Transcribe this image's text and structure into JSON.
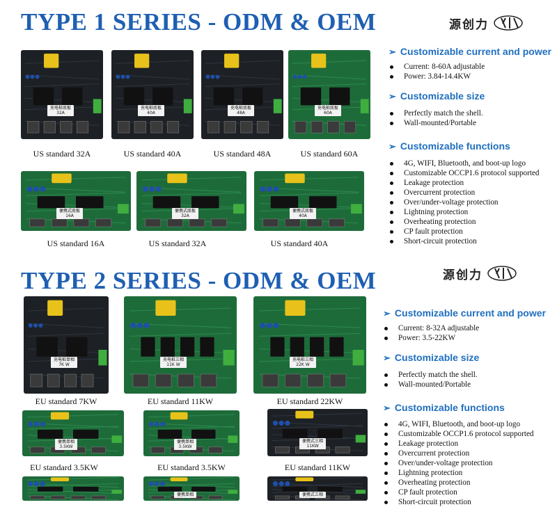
{
  "type1": {
    "title": "TYPE 1 SERIES - ODM & OEM",
    "logo_text": "源创力",
    "boards": [
      {
        "caption": "US standard 32A",
        "label": "充电桩底板\n32A",
        "color": "dark"
      },
      {
        "caption": "US standard 40A",
        "label": "充电桩底板\n40A",
        "color": "dark"
      },
      {
        "caption": "US standard 48A",
        "label": "充电桩底板\n48A",
        "color": "dark"
      },
      {
        "caption": "US standard 60A",
        "label": "充电桩底板\n60A",
        "color": "green"
      },
      {
        "caption": "US standard 16A",
        "label": "便携式底板\n16A",
        "color": "green"
      },
      {
        "caption": "US standard 32A",
        "label": "便携式底板\n32A",
        "color": "green"
      },
      {
        "caption": "US standard 40A",
        "label": "便携式底板\n40A",
        "color": "green"
      }
    ],
    "features": [
      {
        "heading": "Customizable current and power",
        "items": [
          "Current: 8-60A adjustable",
          "Power: 3.84-14.4KW"
        ]
      },
      {
        "heading": "Customizable size",
        "items": [
          "Perfectly match the shell.",
          "Wall-mounted/Portable"
        ]
      },
      {
        "heading": "Customizable functions",
        "items": [
          "4G, WIFI, Bluetooth, and boot-up logo",
          "Customizable OCCP1.6 protocol supported",
          "Leakage protection",
          "Overcurrent protection",
          "Over/under-voltage protection",
          "Lightning protection",
          "Overheating protection",
          "CP fault protection",
          "Short-circuit protection"
        ]
      }
    ]
  },
  "type2": {
    "title": "TYPE 2 SERIES - ODM & OEM",
    "logo_text": "源创力",
    "boards": [
      {
        "caption": "EU standard 7KW",
        "label": "充电桩单相\n7K W",
        "color": "dark"
      },
      {
        "caption": "EU standard 11KW",
        "label": "充电桩三相\n11K W",
        "color": "green"
      },
      {
        "caption": "EU standard 22KW",
        "label": "充电桩三相\n22K W",
        "color": "green"
      },
      {
        "caption": "EU standard 3.5KW",
        "label": "便携单相\n3.5KW",
        "color": "green"
      },
      {
        "caption": "EU standard 3.5KW",
        "label": "便携单相\n3.5KW",
        "color": "green"
      },
      {
        "caption": "EU standard 11KW",
        "label": "便携式三相\n11KW",
        "color": "dark"
      },
      {
        "caption": "",
        "label": "",
        "color": "green"
      },
      {
        "caption": "",
        "label": "便携单相",
        "color": "green"
      },
      {
        "caption": "",
        "label": "便携式三相",
        "color": "dark"
      }
    ],
    "features": [
      {
        "heading": "Customizable current and power",
        "items": [
          "Current: 8-32A adjustable",
          "Power: 3.5-22KW"
        ]
      },
      {
        "heading": "Customizable size",
        "items": [
          "Perfectly match the shell.",
          "Wall-mounted/Portable"
        ]
      },
      {
        "heading": "Customizable functions",
        "items": [
          "4G, WIFI, Bluetooth, and boot-up logo",
          "Customizable OCCP1.6 protocol supported",
          "Leakage protection",
          "Overcurrent protection",
          "Over/under-voltage protection",
          "Lightning protection",
          "Overheating protection",
          "CP fault protection",
          "Short-circuit protection"
        ]
      }
    ]
  },
  "colors": {
    "title": "#1f5fb2",
    "heading": "#1f6fbf",
    "pcb_dark": "#1d2126",
    "pcb_green": "#1e6b3a"
  }
}
